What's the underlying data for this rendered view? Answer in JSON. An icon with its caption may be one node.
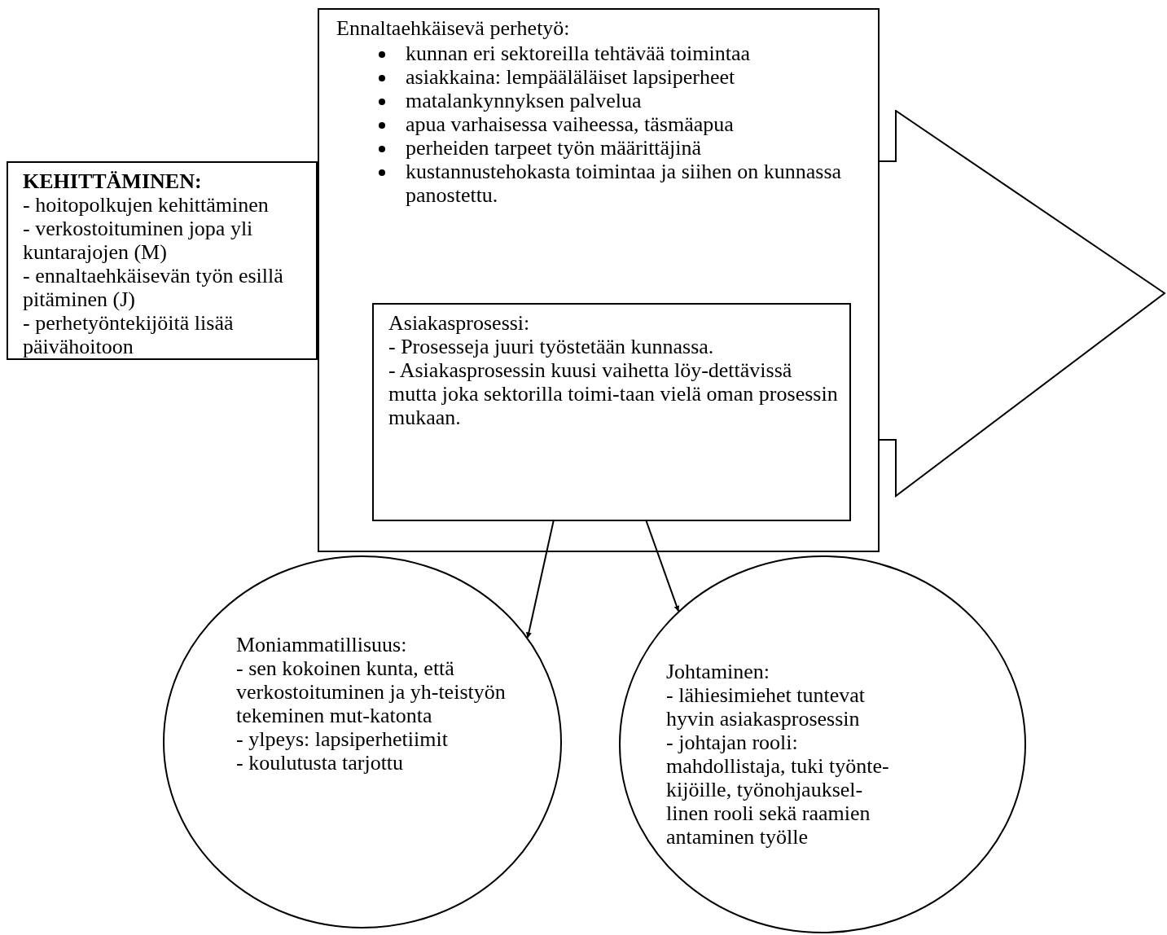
{
  "diagram": {
    "nodes": [
      {
        "text": [
          "Ennaltaehkäisevä perhetyö:",
          "kunnan eri sektoreilla tehtävää toimintaa",
          "asiakkaina: lempääläläiset lapsiperheet",
          "matalankynnyksen palvelua",
          "apua varhaisessa vaiheessa, täsmäapua",
          "perheiden tarpeet työn määrittäjinä",
          "kustannustehokasta toimintaa ja siihen on kunnassa panostettu."
        ]
      },
      {
        "text": [
          "Asiakasprosessi:",
          "- Prosesseja juuri työstetään kunnassa.",
          "- Asiakasprosessin kuusi vaihetta löy-dettävissä mutta joka sektorilla toimi-taan vielä oman prosessin mukaan."
        ],
        "in": 0
      },
      {
        "text": [
          "KEHITTÄMINEN:",
          "- hoitopolkujen kehittäminen",
          "- verkostoituminen jopa yli kuntarajojen (M)",
          "- ennaltaehkäisevän työn esillä pitäminen (J)",
          "- perhetyöntekijöitä lisää päivähoitoon"
        ]
      },
      {
        "text": [],
        "shape": "arrow"
      },
      {
        "text": [
          "Moniammatillisuus:",
          "- sen kokoinen kunta, että verkostoituminen ja yh-teistyön tekeminen mut-katonta",
          "- ylpeys: lapsiperhetiimit",
          "- koulutusta tarjottu"
        ]
      },
      {
        "text": [
          "Johtaminen:",
          "- lähiesimiehet tuntevat hyvin asiakasprosessin",
          "- johtajan rooli: mahdollistaja, tuki työnte-kijöille, työnohjauksel-linen rooli sekä raamien antaminen työlle"
        ]
      }
    ],
    "edges": [
      {
        "from": 1,
        "to": 4,
        "arrow": "to"
      },
      {
        "from": 1,
        "to": 5,
        "arrow": "to"
      }
    ]
  }
}
